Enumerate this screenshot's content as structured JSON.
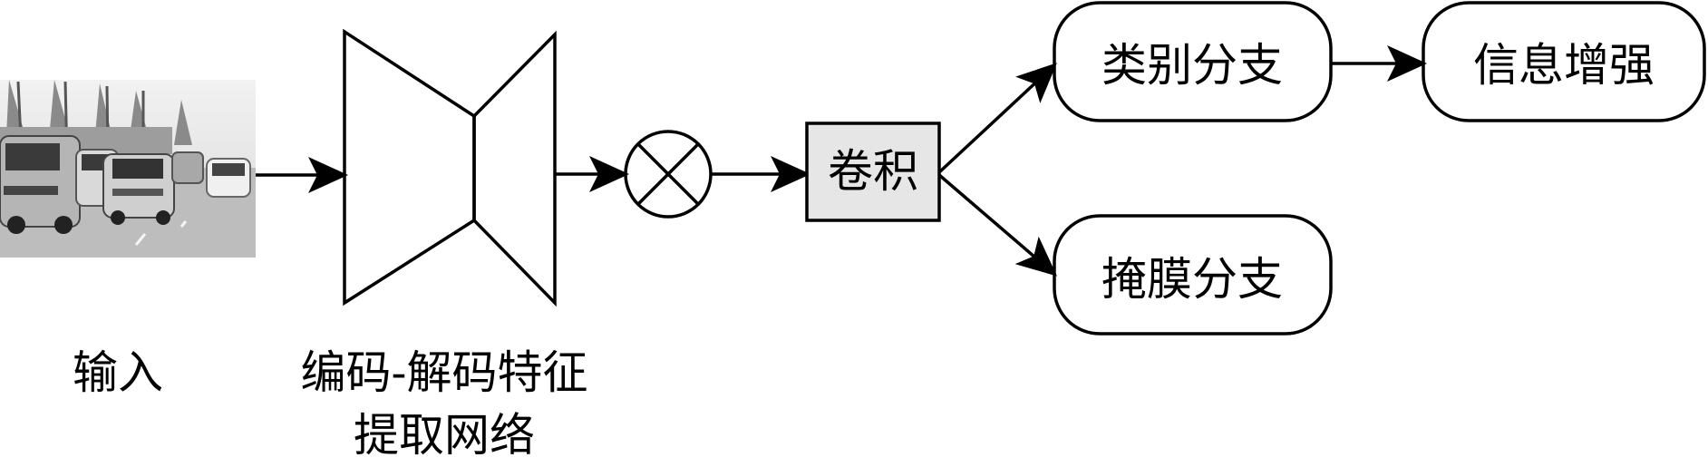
{
  "input": {
    "label": "输入"
  },
  "encoder": {
    "label_line1": "编码-解码特征",
    "label_line2": "提取网络"
  },
  "operator": {
    "icon": "circle-times-icon"
  },
  "conv": {
    "label": "卷积",
    "fill": "#e6e6e6"
  },
  "class_branch": {
    "label": "类别分支"
  },
  "mask_branch": {
    "label": "掩膜分支"
  },
  "info_enhance": {
    "label": "信息增强"
  }
}
